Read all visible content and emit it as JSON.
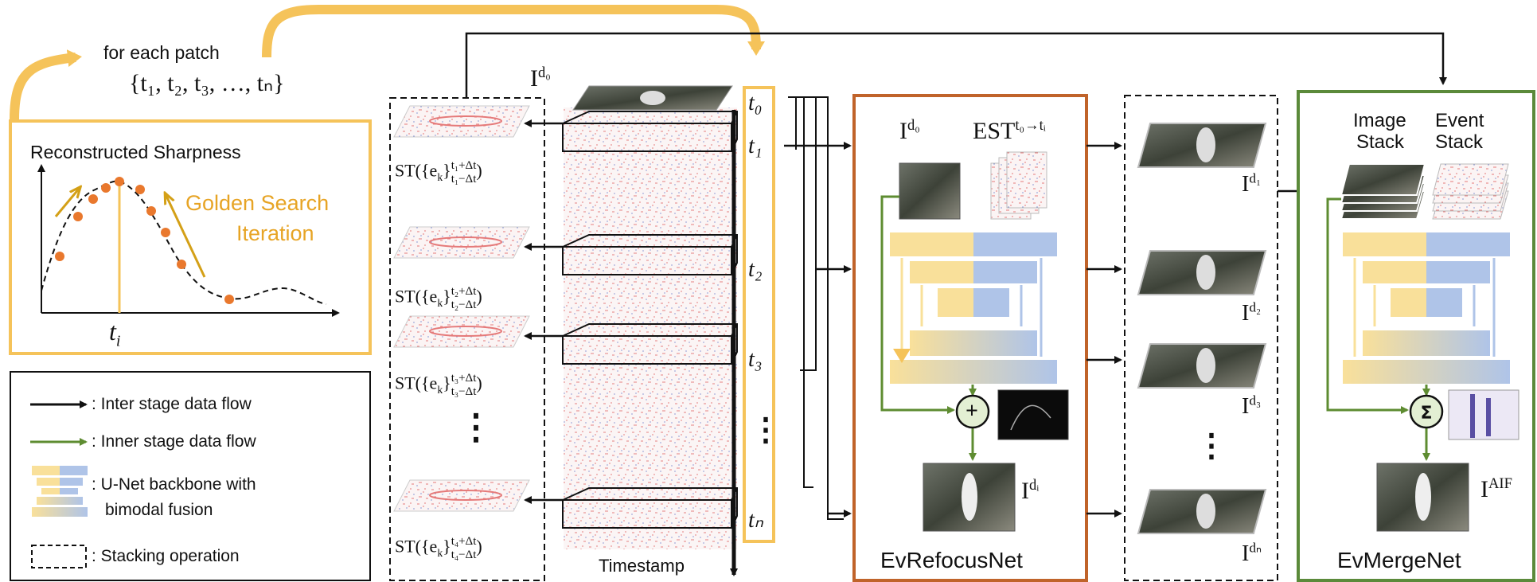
{
  "header": {
    "for_each_patch": "for each patch",
    "time_set": "{t₁, t₂, t₃, …, tₙ}"
  },
  "sharpness_panel": {
    "title": "Reconstructed Sharpness",
    "golden_search_line1": "Golden Search",
    "golden_search_line2": "Iteration",
    "ti_label": "t",
    "ti_sub": "i"
  },
  "legend": {
    "items": [
      {
        "label": ": Inter stage data flow"
      },
      {
        "label": ": Inner stage data flow"
      },
      {
        "label_line1": ": U-Net backbone with",
        "label_line2": "bimodal fusion"
      },
      {
        "label": ": Stacking operation"
      }
    ]
  },
  "event_stack": {
    "st_labels": [
      {
        "base": "ST({e",
        "k": "k",
        "sup": "t₁+Δt",
        "sub": "t₁−Δt"
      },
      {
        "base": "ST({e",
        "k": "k",
        "sup": "t₂+Δt",
        "sub": "t₂−Δt"
      },
      {
        "base": "ST({e",
        "k": "k",
        "sup": "t₃+Δt",
        "sub": "t₃−Δt"
      },
      {
        "base": "ST({e",
        "k": "k",
        "sup": "t₄+Δt",
        "sub": "t₄−Δt"
      }
    ],
    "vdots": "⋮",
    "id0": "I",
    "id0_sup": "d₀",
    "timestamp": "Timestamp"
  },
  "timeline": {
    "labels": [
      "t₀",
      "t₁",
      "t₂",
      "t₃",
      "⋮",
      "tₙ"
    ]
  },
  "refocus": {
    "title": "EvRefocusNet",
    "input_image_label": "I",
    "input_image_sup": "d₀",
    "est_label": "EST",
    "est_sup": "t₀→tᵢ",
    "output_label": "I",
    "output_sup": "dᵢ",
    "plus": "+"
  },
  "stack_column": {
    "labels": [
      {
        "base": "I",
        "sup": "d₁"
      },
      {
        "base": "I",
        "sup": "d₂"
      },
      {
        "base": "I",
        "sup": "d₃"
      },
      {
        "base": "I",
        "sup": "dₙ"
      }
    ],
    "vdots": "⋮"
  },
  "merge": {
    "title": "EvMergeNet",
    "image_stack_line1": "Image",
    "image_stack_line2": "Stack",
    "event_stack_line1": "Event",
    "event_stack_line2": "Stack",
    "output_label": "I",
    "output_sup": "AIF"
  },
  "colors": {
    "gold": "#F5C35A",
    "gold_dark": "#D4A017",
    "orange_box": "#C0632A",
    "green_box": "#5B8A3A",
    "green_arrow": "#5E8C31",
    "unet_yellow": "#F9E09A",
    "unet_blue": "#AFC4E8",
    "dot": "#E9782D"
  }
}
